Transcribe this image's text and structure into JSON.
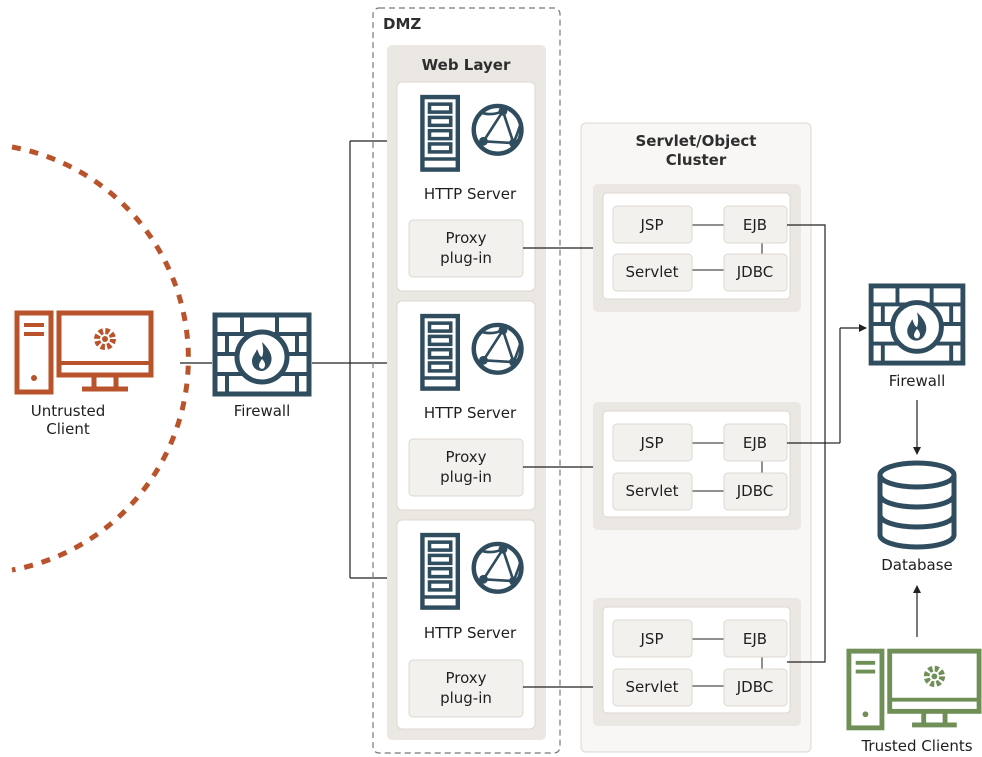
{
  "dmz": {
    "label": "DMZ"
  },
  "web_layer": {
    "label": "Web Layer"
  },
  "cluster": {
    "label_line1": "Servlet/Object",
    "label_line2": "Cluster"
  },
  "http_server_label": "HTTP Server",
  "proxy_plugin": {
    "line1": "Proxy",
    "line2": "plug-in"
  },
  "components": {
    "jsp": "JSP",
    "ejb": "EJB",
    "servlet": "Servlet",
    "jdbc": "JDBC"
  },
  "untrusted_client": {
    "line1": "Untrusted",
    "line2": "Client"
  },
  "firewall_left": {
    "label": "Firewall"
  },
  "firewall_right": {
    "label": "Firewall"
  },
  "database": {
    "label": "Database"
  },
  "trusted_clients": {
    "label": "Trusted Clients"
  },
  "colors": {
    "untrusted": "#b9532b",
    "navy": "#2f4d5e",
    "trusted": "#6f8f57",
    "panel": "#ebe7e2",
    "panel_light": "#f8f7f5",
    "box": "#f3f1ee"
  }
}
